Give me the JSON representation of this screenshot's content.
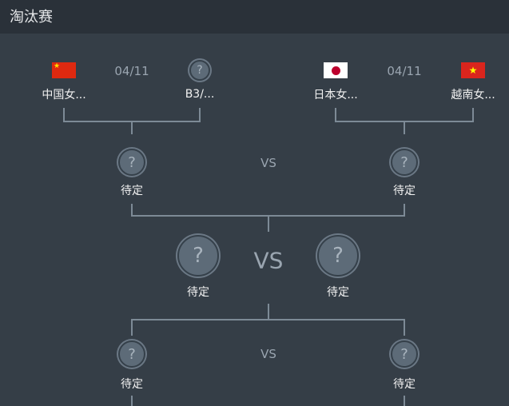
{
  "header": {
    "title": "淘汰赛"
  },
  "round1": [
    {
      "date": "04/11",
      "home": {
        "name": "中国女...",
        "icon": "china-flag"
      },
      "away": {
        "name": "B3/...",
        "icon": "question-icon"
      }
    },
    {
      "date": "04/11",
      "home": {
        "name": "日本女...",
        "icon": "japan-flag"
      },
      "away": {
        "name": "越南女...",
        "icon": "vietnam-flag"
      }
    }
  ],
  "semi_top": {
    "left": "待定",
    "right": "待定",
    "vs": "VS"
  },
  "final": {
    "left": "待定",
    "right": "待定",
    "vs": "VS"
  },
  "semi_bottom": {
    "left": "待定",
    "right": "待定",
    "vs": "VS"
  },
  "placeholder_glyph": "?",
  "colors": {
    "background": "#353e47",
    "header": "#2a3139",
    "line": "#7d8a96"
  }
}
